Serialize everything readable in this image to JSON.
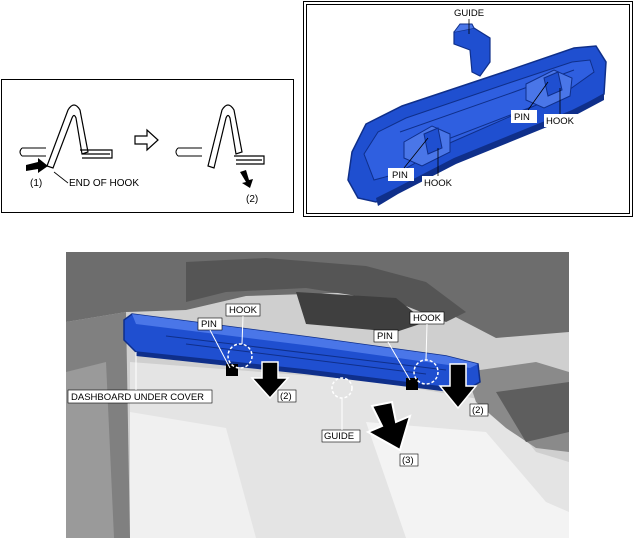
{
  "hook_detail": {
    "label_step1": "(1)",
    "label_end_of_hook": "END OF HOOK",
    "label_step2": "(2)"
  },
  "part_view": {
    "label_guide": "GUIDE",
    "label_pin_right": "PIN",
    "label_hook_right": "HOOK",
    "label_pin_left": "PIN",
    "label_hook_left": "HOOK"
  },
  "vehicle_view": {
    "label_hook_left": "HOOK",
    "label_pin_left": "PIN",
    "label_pin_right": "PIN",
    "label_hook_right": "HOOK",
    "label_dashboard_under_cover": "DASHBOARD UNDER COVER",
    "label_step2_left": "(2)",
    "label_step2_right": "(2)",
    "label_guide": "GUIDE",
    "label_step3": "(3)"
  },
  "colors": {
    "part_blue": "#1f4fd0",
    "part_blue_dark": "#0f2f8a",
    "part_blue_light": "#4a76e8"
  }
}
